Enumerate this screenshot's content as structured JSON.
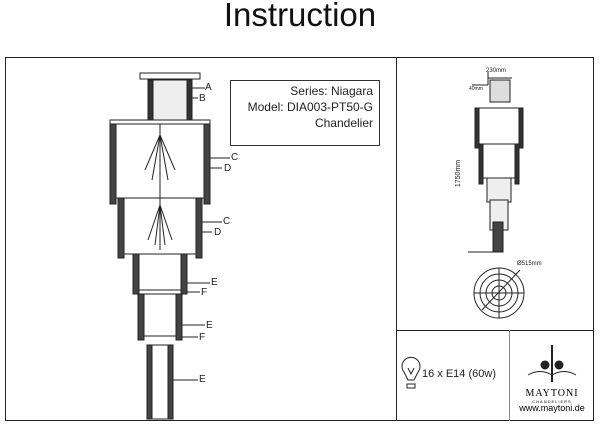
{
  "title": "Instruction",
  "info": {
    "series": "Series: Niagara",
    "model": "Model: DIA003-PT50-G",
    "type": "Chandelier"
  },
  "parts": [
    "A",
    "B",
    "C",
    "D",
    "C",
    "D",
    "E",
    "F",
    "E",
    "F",
    "E"
  ],
  "dimensions": {
    "width": "230mm",
    "top": "40mm",
    "height": "1750mm",
    "diameter": "Ø515mm"
  },
  "spec": {
    "icon": "bulb-icon",
    "text": "16 x E14 (60w)"
  },
  "brand": {
    "name": "MAYTONI",
    "sub": "CHANDELIERS",
    "url": "www.maytoni.de"
  }
}
